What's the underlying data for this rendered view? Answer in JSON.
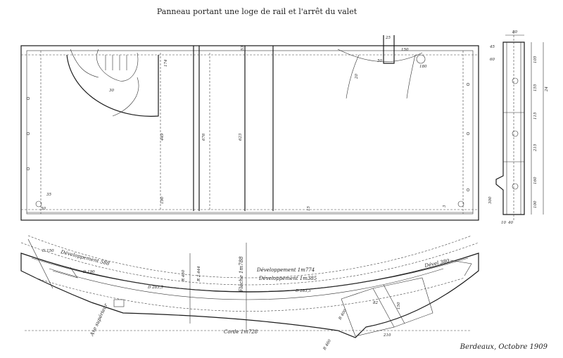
{
  "title": "Panneau portant une loge de rail et l'arrêt du valet",
  "signature": "Berdeaux, Octobre 1909",
  "labels": {
    "developpement_588": "Développement 588",
    "developpement_1774": "Développement 1m774",
    "developpement_1385": "Développement 1m385",
    "corde": "Corde 1m728",
    "fleche": "Flèche 1m788",
    "axe": "Axe supérieur",
    "devel_380": "Dével 380"
  },
  "dimensions": {
    "d150": "D 150",
    "d190": "D 190",
    "d2833a": "D 283,5",
    "d2833b": "D 283,5",
    "r460": "R 460",
    "r2": "R 2.444",
    "r460b": "R 460",
    "r400": "R 400",
    "v80": "80",
    "v25": "25",
    "v150": "150",
    "v180": "180",
    "v50": "50",
    "v30": "30",
    "v174": "174",
    "v449": "449",
    "v676": "676",
    "v623": "623",
    "v53": "53",
    "v190": "190",
    "v15": "15",
    "v20": "20",
    "v50b": "50",
    "v35": "35",
    "v60": "60",
    "v24": "24",
    "v105": "105",
    "v100": "100",
    "v155": "155",
    "v115": "115",
    "v215": "215",
    "v160": "160",
    "v40": "40",
    "v300": "300",
    "v45": "45",
    "v10": "10",
    "v82": "82",
    "v210": "210",
    "v150b": "150",
    "v3": "3"
  }
}
